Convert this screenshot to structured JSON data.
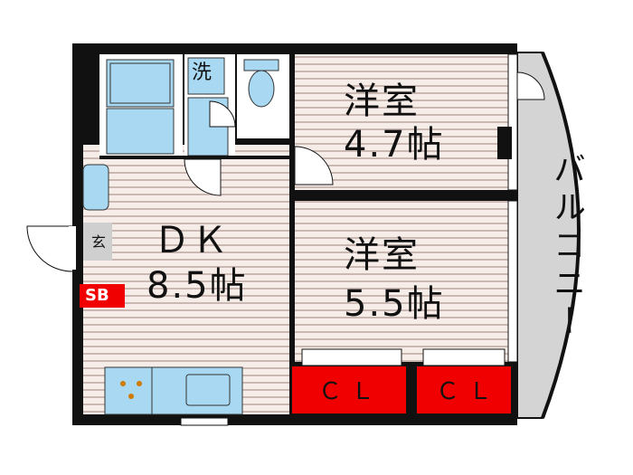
{
  "rooms": {
    "western_room_1": {
      "name": "洋室",
      "size": "4.7帖"
    },
    "western_room_2": {
      "name": "洋室",
      "size": "5.5帖"
    },
    "dk": {
      "name": "ＤＫ",
      "size": "8.5帖"
    }
  },
  "labels": {
    "balcony": "バルコニー",
    "washer": "洗",
    "entrance": "玄",
    "shoe_box": "SB",
    "closet_1": "ＣＬ",
    "closet_2": "ＣＬ"
  },
  "colors": {
    "wall": "#111111",
    "wood_floor": "#f6ece8",
    "stripe": "#c9b9b2",
    "fixture": "#a9d9f2",
    "closet": "#f00000",
    "balcony": "#d4d4d4",
    "entrance_floor": "#cfcfcf"
  }
}
